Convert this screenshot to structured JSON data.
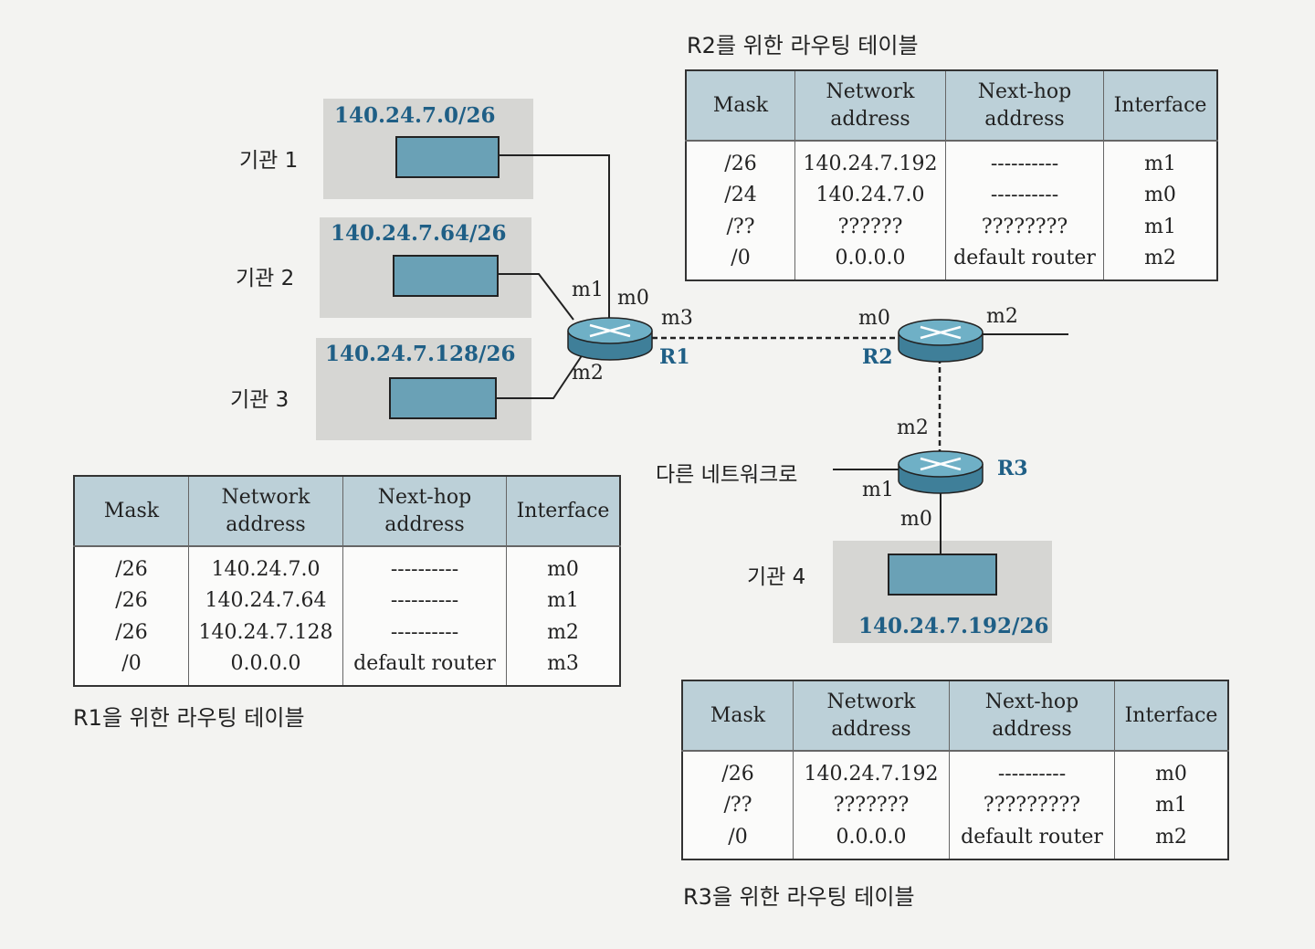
{
  "organizations": [
    {
      "label": "기관 1",
      "network": "140.24.7.0/26"
    },
    {
      "label": "기관 2",
      "network": "140.24.7.64/26"
    },
    {
      "label": "기관 3",
      "network": "140.24.7.128/26"
    },
    {
      "label": "기관 4",
      "network": "140.24.7.192/26"
    }
  ],
  "routers": {
    "r1": {
      "name": "R1",
      "m0": "m0",
      "m1": "m1",
      "m2": "m2",
      "m3": "m3"
    },
    "r2": {
      "name": "R2",
      "m0": "m0",
      "m2": "m2"
    },
    "r3": {
      "name": "R3",
      "m0": "m0",
      "m1": "m1",
      "m2": "m2"
    }
  },
  "other_network_label": "다른 네트워크로",
  "table_headers": {
    "mask": "Mask",
    "network": "Network\naddress",
    "nexthop": "Next-hop\naddress",
    "interface": "Interface"
  },
  "tables": {
    "r1": {
      "caption": "R1을 위한 라우팅 테이블",
      "rows": [
        {
          "mask": "/26",
          "network": "140.24.7.0",
          "nexthop": "----------",
          "interface": "m0"
        },
        {
          "mask": "/26",
          "network": "140.24.7.64",
          "nexthop": "----------",
          "interface": "m1"
        },
        {
          "mask": "/26",
          "network": "140.24.7.128",
          "nexthop": "----------",
          "interface": "m2"
        },
        {
          "mask": "/0",
          "network": "0.0.0.0",
          "nexthop": "default router",
          "interface": "m3"
        }
      ]
    },
    "r2": {
      "caption": "R2를 위한 라우팅 테이블",
      "rows": [
        {
          "mask": "/26",
          "network": "140.24.7.192",
          "nexthop": "----------",
          "interface": "m1"
        },
        {
          "mask": "/24",
          "network": "140.24.7.0",
          "nexthop": "----------",
          "interface": "m0"
        },
        {
          "mask": "/??",
          "network": "??????",
          "nexthop": "????????",
          "interface": "m1"
        },
        {
          "mask": "/0",
          "network": "0.0.0.0",
          "nexthop": "default router",
          "interface": "m2"
        }
      ]
    },
    "r3": {
      "caption": "R3을 위한 라우팅 테이블",
      "rows": [
        {
          "mask": "/26",
          "network": "140.24.7.192",
          "nexthop": "----------",
          "interface": "m0"
        },
        {
          "mask": "/??",
          "network": "???????",
          "nexthop": "?????????",
          "interface": "m1"
        },
        {
          "mask": "/0",
          "network": "0.0.0.0",
          "nexthop": "default router",
          "interface": "m2"
        }
      ]
    }
  },
  "colors": {
    "lan": "#6aa1b6",
    "header": "#bcd0d8",
    "accent": "#1f5f86",
    "router": "#5a9ab2"
  }
}
